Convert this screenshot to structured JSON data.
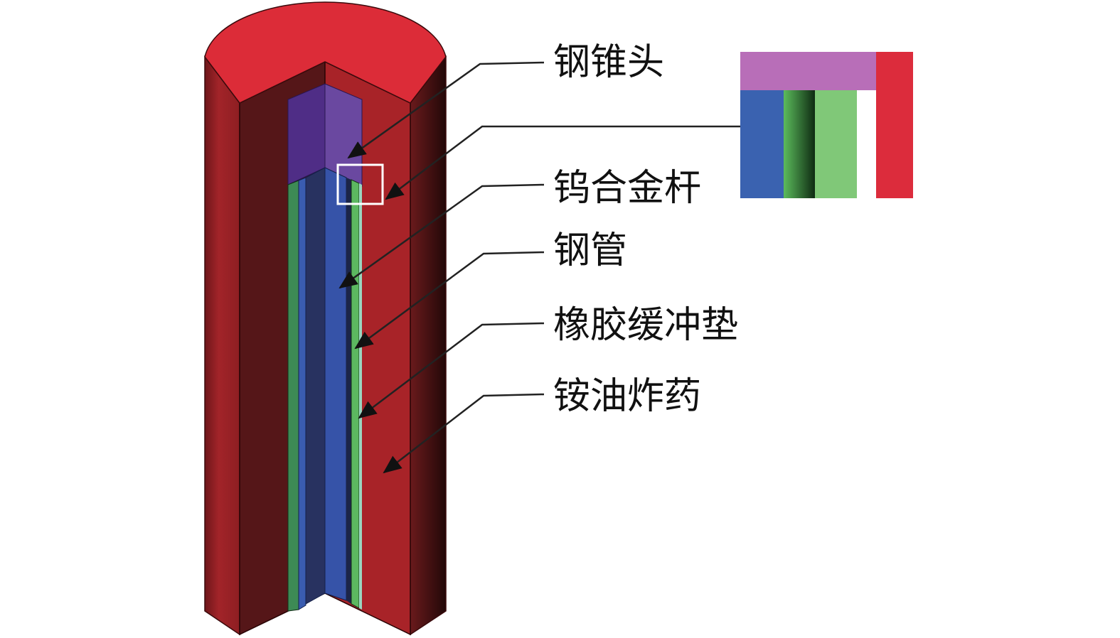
{
  "labels": {
    "steel_cone": "钢锥头",
    "tungsten_rod": "钨合金杆",
    "steel_tube": "钢管",
    "rubber_pad": "橡胶缓冲垫",
    "anfo_explosive": "铵油炸药"
  },
  "colors": {
    "explosive_top": "#dc2c38",
    "explosive_side": "#a82328",
    "explosive_cut_dark": "#551618",
    "steel_cone": "#6a48a0",
    "tungsten_rod": "#3653a8",
    "rubber_pad": "#5cb860",
    "inset_purple": "#b86eb8"
  }
}
